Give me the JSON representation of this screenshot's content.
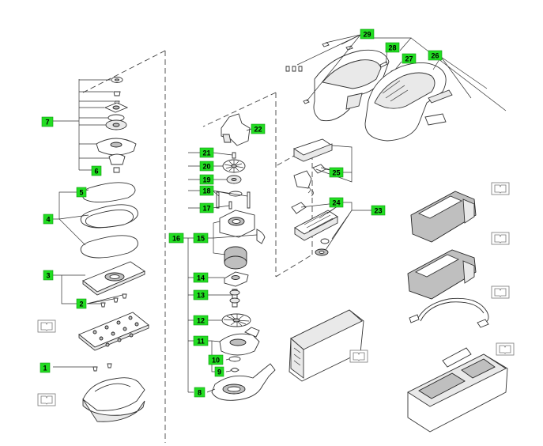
{
  "diagram": {
    "tags": [
      "1",
      "2",
      "3",
      "4",
      "5",
      "6",
      "7",
      "8",
      "9",
      "10",
      "11",
      "12",
      "13",
      "14",
      "15",
      "16",
      "17",
      "18",
      "19",
      "20",
      "21",
      "22",
      "23",
      "24",
      "25",
      "26",
      "27",
      "28",
      "29"
    ]
  }
}
